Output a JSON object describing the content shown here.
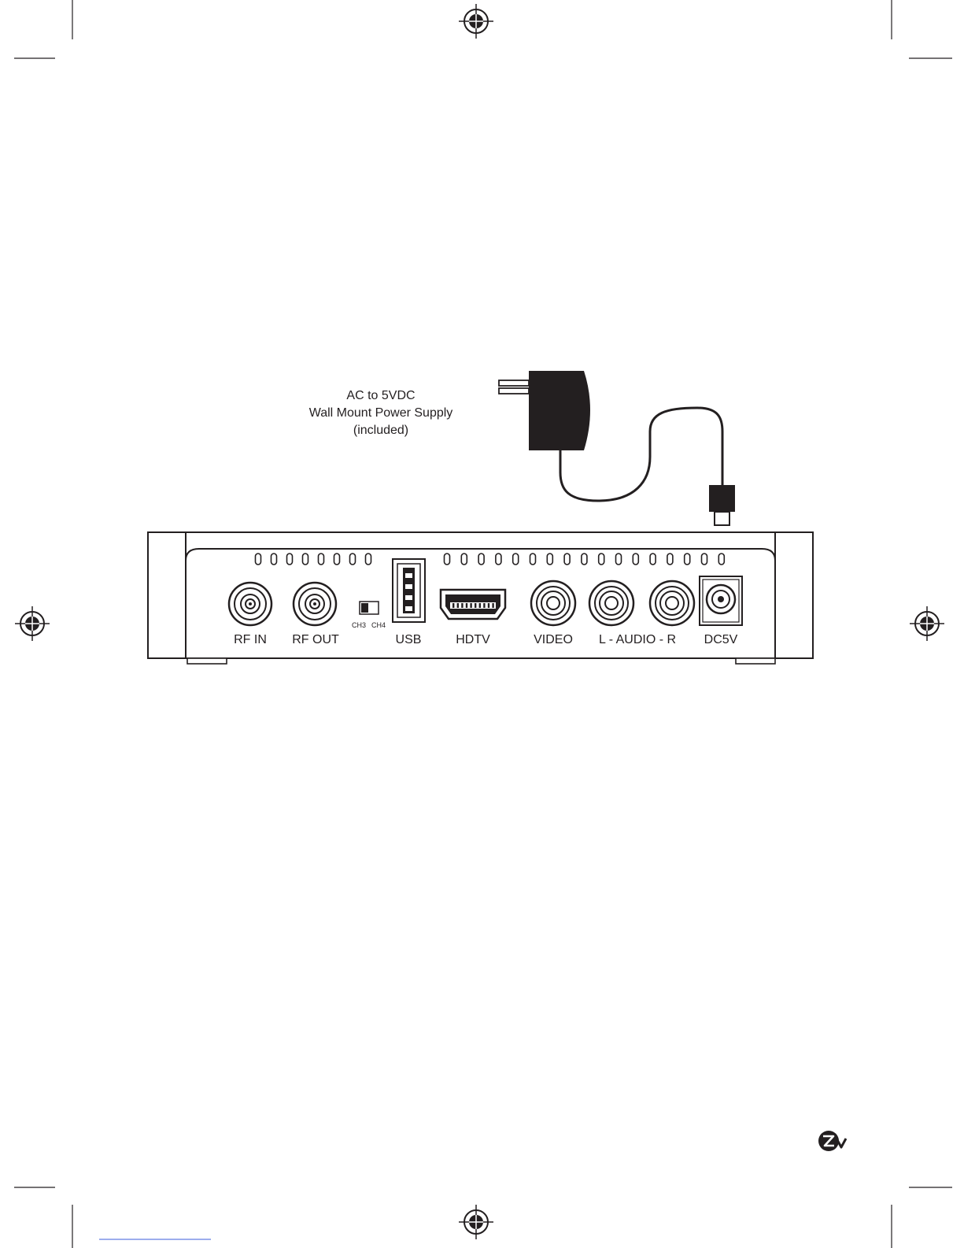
{
  "callout": {
    "line1": "AC to 5VDC",
    "line2": "Wall Mount Power Supply",
    "line3": "(included)"
  },
  "ports": {
    "rf_in": "RF IN",
    "rf_out": "RF OUT",
    "ch3": "CH3",
    "ch4": "CH4",
    "usb": "USB",
    "hdtv": "HDTV",
    "video": "VIDEO",
    "audio": "L - AUDIO - R",
    "dc5v": "DC5V"
  },
  "logo": {
    "text": "ZV"
  },
  "icons": {
    "registration_mark": "crosshair-circle-icon",
    "logo": "zv-logo-icon"
  },
  "colors": {
    "ink": "#231f20",
    "paper": "#ffffff",
    "link_line": "#3b5bdb"
  }
}
